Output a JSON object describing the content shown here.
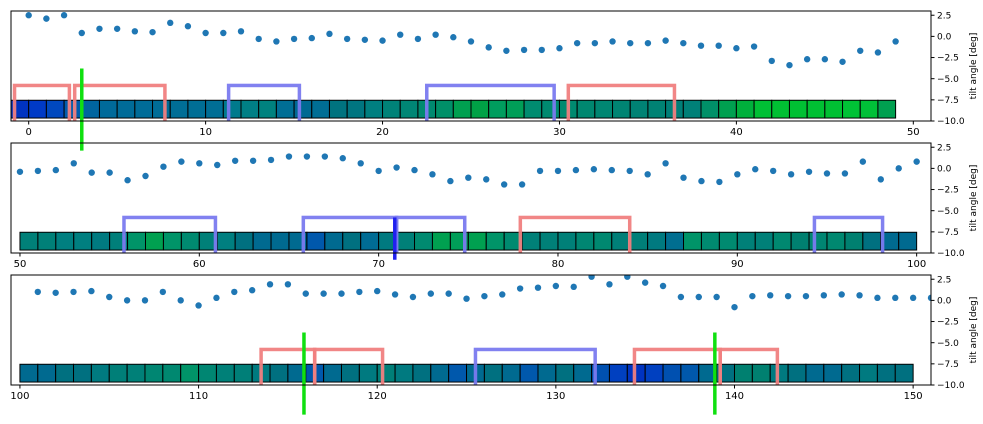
{
  "chart_data": [
    {
      "type": "scatter",
      "xlim": [
        -1,
        51
      ],
      "ylim": [
        -10,
        3
      ],
      "xticks": [
        0,
        10,
        20,
        30,
        40,
        50
      ],
      "yticks": [
        2.5,
        0.0,
        -2.5,
        -5.0,
        -7.5,
        -10.0
      ],
      "ytick_labels": [
        "2.5",
        "0.0",
        "−2.5",
        "−5.0",
        "−7.5",
        "−10.0"
      ],
      "ylabel": "tilt angle [deg]",
      "x": [
        0,
        1,
        2,
        3,
        4,
        5,
        6,
        7,
        8,
        9,
        10,
        11,
        12,
        13,
        14,
        15,
        16,
        17,
        18,
        19,
        20,
        21,
        22,
        23,
        24,
        25,
        26,
        27,
        28,
        29,
        30,
        31,
        32,
        33,
        34,
        35,
        36,
        37,
        38,
        39,
        40,
        41,
        42,
        43,
        44,
        45,
        46,
        47,
        48,
        49
      ],
      "y": [
        2.5,
        2.1,
        2.5,
        0.4,
        0.9,
        0.9,
        0.6,
        0.5,
        1.6,
        1.2,
        0.4,
        0.4,
        0.6,
        -0.3,
        -0.6,
        -0.3,
        -0.2,
        0.3,
        -0.3,
        -0.4,
        -0.5,
        0.2,
        -0.3,
        0.2,
        -0.1,
        -0.6,
        -1.3,
        -1.7,
        -1.6,
        -1.6,
        -1.4,
        -0.8,
        -0.8,
        -0.6,
        -0.8,
        -0.8,
        -0.5,
        -0.8,
        -1.1,
        -1.1,
        -1.4,
        -1.2,
        -2.9,
        -3.4,
        -2.7,
        -2.7,
        -3.0,
        -1.7,
        -1.9,
        -0.6
      ],
      "cell_y": -8.6,
      "cell_start": -0.5,
      "cell_stop": 49.5,
      "cell_colors": [
        "#0033c0",
        "#003ac6",
        "#0048be",
        "#005cac",
        "#00659f",
        "#006a9a",
        "#006b98",
        "#006c98",
        "#006d97",
        "#006e96",
        "#006e95",
        "#006e95",
        "#007a8c",
        "#007f85",
        "#00827f",
        "#006e95",
        "#006992",
        "#006e95",
        "#00737f",
        "#007580",
        "#007f80",
        "#008278",
        "#008675",
        "#008a70",
        "#009068",
        "#00a050",
        "#00a246",
        "#009d5e",
        "#009e58",
        "#008c70",
        "#008a70",
        "#008a70",
        "#008770",
        "#008672",
        "#008473",
        "#008274",
        "#008274",
        "#007f78",
        "#008078",
        "#009068",
        "#00a050",
        "#00b03c",
        "#00c035",
        "#00c033",
        "#00c033",
        "#00c033",
        "#00c033",
        "#00c236",
        "#00c038",
        "#00a050"
      ],
      "boxes": [
        {
          "x0": -0.8,
          "x1": 2.3,
          "y0": -10.8,
          "y1": -5.8,
          "color": "#f08080"
        },
        {
          "x0": 2.6,
          "x1": 7.7,
          "y0": -10.8,
          "y1": -5.8,
          "color": "#f08080"
        },
        {
          "x0": 11.3,
          "x1": 15.3,
          "y0": -10.8,
          "y1": -5.8,
          "color": "#7a7aef"
        },
        {
          "x0": 22.5,
          "x1": 29.7,
          "y0": -10.8,
          "y1": -5.8,
          "color": "#7a7aef"
        },
        {
          "x0": 30.5,
          "x1": 36.5,
          "y0": -10.8,
          "y1": -5.8,
          "color": "#f08080"
        }
      ],
      "vlines": [
        {
          "x": 3.0,
          "y0": -13.5,
          "y1": -3.8,
          "color": "#10e010"
        }
      ]
    },
    {
      "type": "scatter",
      "xlim": [
        49.5,
        100.8
      ],
      "ylim": [
        -10,
        3
      ],
      "xticks": [
        50,
        60,
        70,
        80,
        90,
        100
      ],
      "yticks": [
        2.5,
        0.0,
        -2.5,
        -5.0,
        -7.5,
        -10.0
      ],
      "ytick_labels": [
        "2.5",
        "0.0",
        "−2.5",
        "−5.0",
        "−7.5",
        "−10.0"
      ],
      "ylabel": "tilt angle [deg]",
      "x": [
        50,
        51,
        52,
        53,
        54,
        55,
        56,
        57,
        58,
        59,
        60,
        61,
        62,
        63,
        64,
        65,
        66,
        67,
        68,
        69,
        70,
        71,
        72,
        73,
        74,
        75,
        76,
        77,
        78,
        79,
        80,
        81,
        82,
        83,
        84,
        85,
        86,
        87,
        88,
        89,
        90,
        91,
        92,
        93,
        94,
        95,
        96,
        97,
        98,
        99,
        100
      ],
      "y": [
        -0.4,
        -0.3,
        -0.2,
        0.6,
        -0.5,
        -0.5,
        -1.4,
        -0.9,
        0.2,
        0.8,
        0.6,
        0.4,
        0.9,
        0.9,
        1.0,
        1.4,
        1.4,
        1.4,
        1.2,
        0.6,
        -0.3,
        0.1,
        -0.2,
        -0.7,
        -1.5,
        -1.1,
        -1.3,
        -1.9,
        -1.9,
        -0.3,
        -0.3,
        -0.2,
        -0.1,
        -0.2,
        -0.3,
        -0.7,
        0.6,
        -1.1,
        -1.5,
        -1.6,
        -0.7,
        -0.1,
        -0.3,
        -0.7,
        -0.4,
        -0.6,
        -0.6,
        0.8,
        -1.3,
        0.0,
        0.8
      ],
      "cell_y": -8.6,
      "cell_start": 50.5,
      "cell_stop": 100.5,
      "cell_colors": [
        "#008078",
        "#008078",
        "#007f80",
        "#007f80",
        "#007a80",
        "#007f7a",
        "#009468",
        "#00a050",
        "#009468",
        "#008a70",
        "#008078",
        "#007f80",
        "#007080",
        "#006a90",
        "#006a90",
        "#006a90",
        "#0058ac",
        "#006a90",
        "#007080",
        "#006c94",
        "#007a80",
        "#008078",
        "#008a70",
        "#00a050",
        "#009e58",
        "#00a050",
        "#009468",
        "#008a70",
        "#008078",
        "#008078",
        "#008078",
        "#008672",
        "#008870",
        "#007f78",
        "#007f78",
        "#007a80",
        "#006e90",
        "#009468",
        "#008a70",
        "#008a70",
        "#008078",
        "#008078",
        "#008870",
        "#008070",
        "#008672",
        "#008870",
        "#008070",
        "#007080",
        "#006a90",
        "#006a90"
      ],
      "boxes": [
        {
          "x0": 55.8,
          "x1": 60.9,
          "y0": -10.8,
          "y1": -5.8,
          "color": "#7a7aef"
        },
        {
          "x0": 65.8,
          "x1": 71.0,
          "y0": -10.8,
          "y1": -5.8,
          "color": "#7a7aef"
        },
        {
          "x0": 71.0,
          "x1": 74.8,
          "y0": -10.8,
          "y1": -5.8,
          "color": "#7a7aef"
        },
        {
          "x0": 77.9,
          "x1": 84.0,
          "y0": -10.8,
          "y1": -5.8,
          "color": "#f08080"
        },
        {
          "x0": 94.3,
          "x1": 98.1,
          "y0": -10.8,
          "y1": -5.8,
          "color": "#7a7aef"
        }
      ],
      "vlines": [
        {
          "x": 70.9,
          "y0": -10.8,
          "y1": -5.8,
          "color": "#2020f0"
        }
      ]
    },
    {
      "type": "scatter",
      "xlim": [
        99.5,
        151
      ],
      "ylim": [
        -10,
        3
      ],
      "xticks": [
        100,
        110,
        120,
        130,
        140,
        150
      ],
      "yticks": [
        2.5,
        0.0,
        -2.5,
        -5.0,
        -7.5,
        -10.0
      ],
      "ytick_labels": [
        "2.5",
        "0.0",
        "−2.5",
        "−5.0",
        "−7.5",
        "−10.0"
      ],
      "ylabel": "tilt angle [deg]",
      "x": [
        101,
        102,
        103,
        104,
        105,
        106,
        107,
        108,
        109,
        110,
        111,
        112,
        113,
        114,
        115,
        116,
        117,
        118,
        119,
        120,
        121,
        122,
        123,
        124,
        125,
        126,
        127,
        128,
        129,
        130,
        131,
        132,
        133,
        134,
        135,
        136,
        137,
        138,
        139,
        140,
        141,
        142,
        143,
        144,
        145,
        146,
        147,
        148,
        149,
        150,
        151
      ],
      "y": [
        1.0,
        0.9,
        1.0,
        1.1,
        0.4,
        0.0,
        0.0,
        1.0,
        0.0,
        -0.6,
        0.3,
        1.0,
        1.2,
        1.9,
        1.9,
        0.8,
        0.8,
        0.8,
        1.0,
        1.1,
        0.7,
        0.4,
        0.8,
        0.8,
        0.2,
        0.5,
        0.7,
        1.4,
        1.5,
        1.7,
        1.6,
        2.8,
        1.9,
        2.8,
        2.1,
        1.7,
        0.4,
        0.4,
        0.4,
        -0.8,
        0.5,
        0.6,
        0.5,
        0.5,
        0.6,
        0.7,
        0.6,
        0.3,
        0.3,
        0.3,
        0.3
      ],
      "cell_y": -8.6,
      "cell_start": 100.5,
      "cell_stop": 150.5,
      "cell_colors": [
        "#006a90",
        "#006a90",
        "#007080",
        "#007080",
        "#007a80",
        "#007f78",
        "#008078",
        "#008672",
        "#008870",
        "#009468",
        "#008672",
        "#008078",
        "#007f78",
        "#007a80",
        "#007080",
        "#006a90",
        "#0058ac",
        "#006a90",
        "#007080",
        "#007a80",
        "#007f78",
        "#007a80",
        "#007080",
        "#006a90",
        "#0058ac",
        "#006a90",
        "#007080",
        "#006a90",
        "#0058ac",
        "#006a90",
        "#007080",
        "#006a90",
        "#0050b0",
        "#0040c0",
        "#0033c0",
        "#0040c0",
        "#0050b0",
        "#0058ac",
        "#006a90",
        "#007080",
        "#008070",
        "#008070",
        "#007a80",
        "#007080",
        "#006a90",
        "#006a90",
        "#007080",
        "#007a80",
        "#007080",
        "#007080"
      ],
      "boxes": [
        {
          "x0": 113.5,
          "x1": 116.5,
          "y0": -10.8,
          "y1": -5.8,
          "color": "#f08080"
        },
        {
          "x0": 116.5,
          "x1": 120.3,
          "y0": -10.8,
          "y1": -5.8,
          "color": "#f08080"
        },
        {
          "x0": 125.5,
          "x1": 132.2,
          "y0": -10.8,
          "y1": -5.8,
          "color": "#7a7aef"
        },
        {
          "x0": 134.4,
          "x1": 139.2,
          "y0": -10.8,
          "y1": -5.8,
          "color": "#f08080"
        },
        {
          "x0": 139.2,
          "x1": 142.4,
          "y0": -10.8,
          "y1": -5.8,
          "color": "#f08080"
        }
      ],
      "vlines": [
        {
          "x": 115.9,
          "y0": -13.5,
          "y1": -3.8,
          "color": "#10e010"
        },
        {
          "x": 138.9,
          "y0": -13.5,
          "y1": -3.8,
          "color": "#10e010"
        }
      ]
    }
  ],
  "colors": {
    "dot": "#1f77b4",
    "axes": "#000000"
  }
}
